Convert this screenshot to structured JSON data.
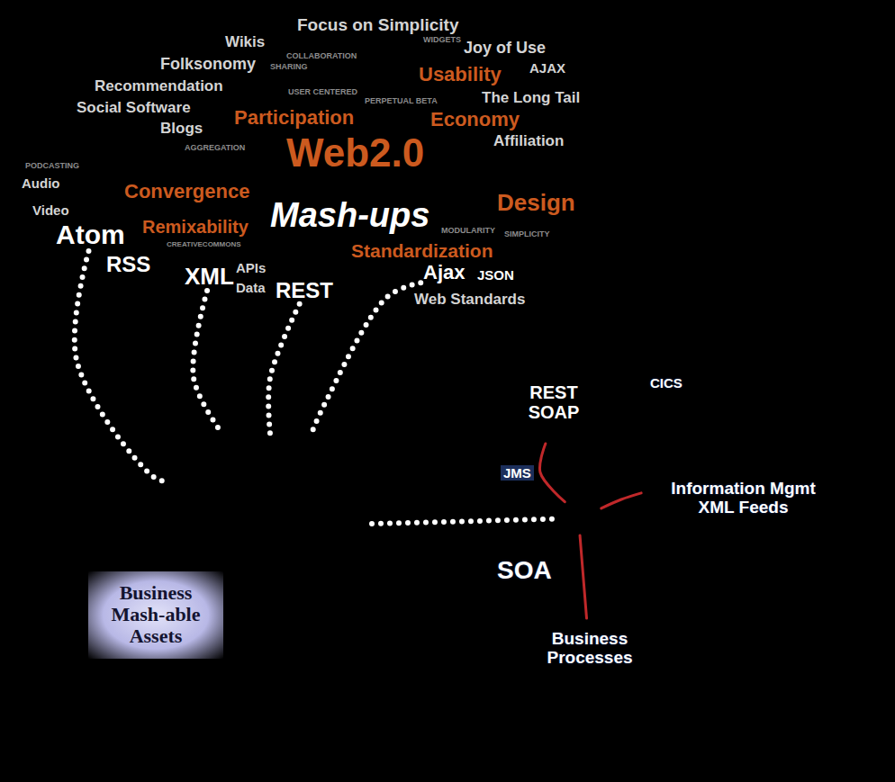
{
  "diagram": {
    "nodes": [
      {
        "text": [
          "Focus on Simplicity",
          "Wikis",
          "Joy of Use",
          "Folksonomy",
          "AJAX",
          "Usability",
          "Recommendation",
          "Social Software",
          "The Long Tail",
          "Participation",
          "Economy",
          "Blogs",
          "Affiliation",
          "Web2.0",
          "Audio",
          "Convergence",
          "Design",
          "Video",
          "Mash-ups",
          "Remixability",
          "RSS",
          "Standardization",
          "APIs",
          "Data",
          "JSON",
          "Web Standards",
          "WIDGETS",
          "COLLABORATION",
          "SHARING",
          "USER CENTERED",
          "PERPETUAL BETA",
          "AGGREGATION",
          "SIMPLICITY",
          "MODULARITY",
          "PODCASTING",
          "CREATIVECOMMONS"
        ]
      },
      {
        "text": [
          "Atom"
        ],
        "in": 0
      },
      {
        "text": [
          "XML"
        ],
        "in": 0
      },
      {
        "text": [
          "REST"
        ],
        "in": 0
      },
      {
        "text": [
          "Ajax"
        ],
        "in": 0
      },
      {
        "text": [
          "Business Mash-able Assets"
        ]
      },
      {
        "text": [
          "CICS"
        ]
      },
      {
        "text": [
          "REST SOAP"
        ],
        "in": 6
      },
      {
        "text": [
          "SOA"
        ],
        "in": 6
      },
      {
        "text": [
          "Information Mgmt XML Feeds"
        ],
        "in": 6
      },
      {
        "text": [
          "Business Processes"
        ],
        "in": 6
      }
    ],
    "edges": [
      {
        "from": 1,
        "to": 5,
        "arrow": "none"
      },
      {
        "from": 2,
        "to": 5,
        "arrow": "none"
      },
      {
        "from": 3,
        "to": 5,
        "arrow": "none"
      },
      {
        "from": 4,
        "to": 5,
        "arrow": "none"
      },
      {
        "from": 5,
        "to": 8,
        "arrow": "none"
      },
      {
        "from": 7,
        "to": 8,
        "label": "JMS",
        "arrow": "none"
      },
      {
        "from": 8,
        "to": 9,
        "arrow": "none"
      },
      {
        "from": 8,
        "to": 10,
        "arrow": "none"
      }
    ]
  }
}
